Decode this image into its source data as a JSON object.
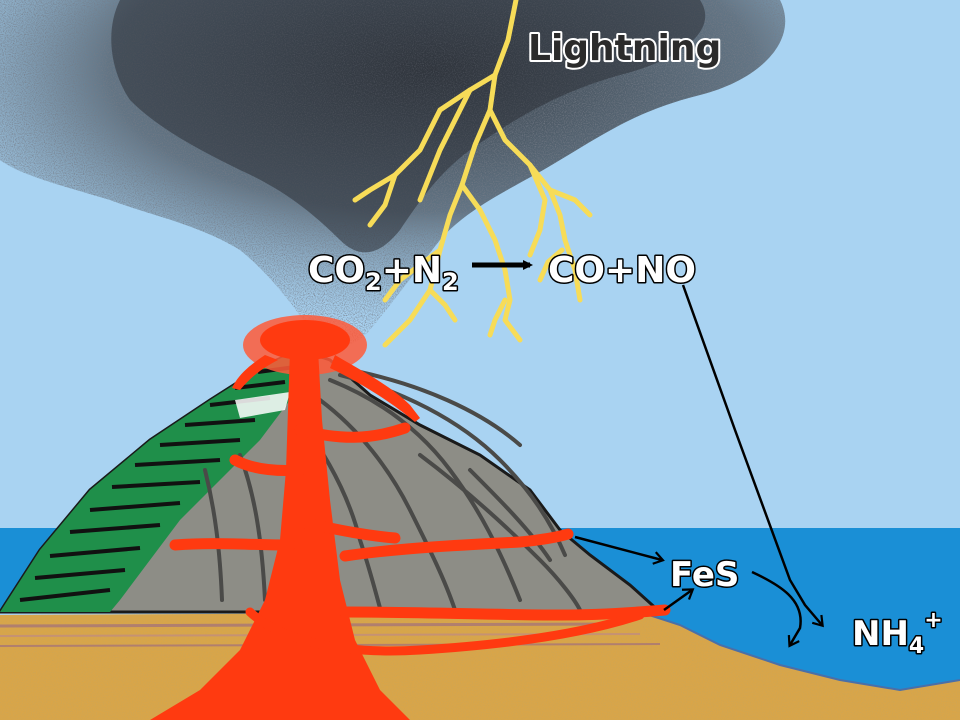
{
  "labels": {
    "lightning": "Lightning",
    "reaction": {
      "reactant_1_base": "CO",
      "reactant_1_sub": "2",
      "plus_1": "+",
      "reactant_2_base": "N",
      "reactant_2_sub": "2",
      "products": "CO+NO"
    },
    "fes": "FeS",
    "ammonium": {
      "base": "NH",
      "sub": "4",
      "sup": "+"
    }
  },
  "colors": {
    "sky": "#a9d3f2",
    "sea": "#1a8fd6",
    "sediment": "#d9a548",
    "rock": "#8d8d86",
    "lava": "#ff3a10",
    "lightning": "#f7dc58",
    "vegetation": "#1f8f4a",
    "ash": "#3a3f47"
  },
  "icons": {
    "cloud": "ash-cloud-icon",
    "bolt": "lightning-bolt-icon",
    "volcano": "volcano-icon"
  }
}
